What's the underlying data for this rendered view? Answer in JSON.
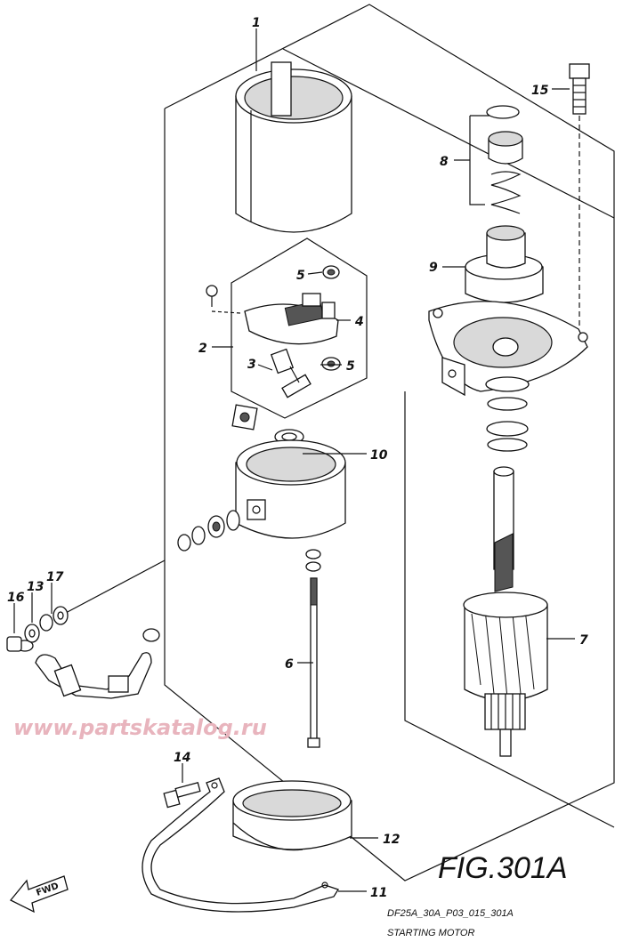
{
  "figure_title": "FIG.301A",
  "caption_code": "DF25A_30A_P03_015_301A",
  "caption_name": "STARTING MOTOR",
  "watermark": "www.partskatalog.ru",
  "fwd_label": "FWD",
  "callouts": {
    "c1": "1",
    "c2": "2",
    "c3": "3",
    "c4": "4",
    "c5a": "5",
    "c5b": "5",
    "c6": "6",
    "c7": "7",
    "c8": "8",
    "c9": "9",
    "c10": "10",
    "c11": "11",
    "c12": "12",
    "c13": "13",
    "c14": "14",
    "c15": "15",
    "c16": "16",
    "c17": "17"
  },
  "colors": {
    "line": "#111111",
    "watermark": "#e8b4bd",
    "shade": "#d9d9d9"
  }
}
